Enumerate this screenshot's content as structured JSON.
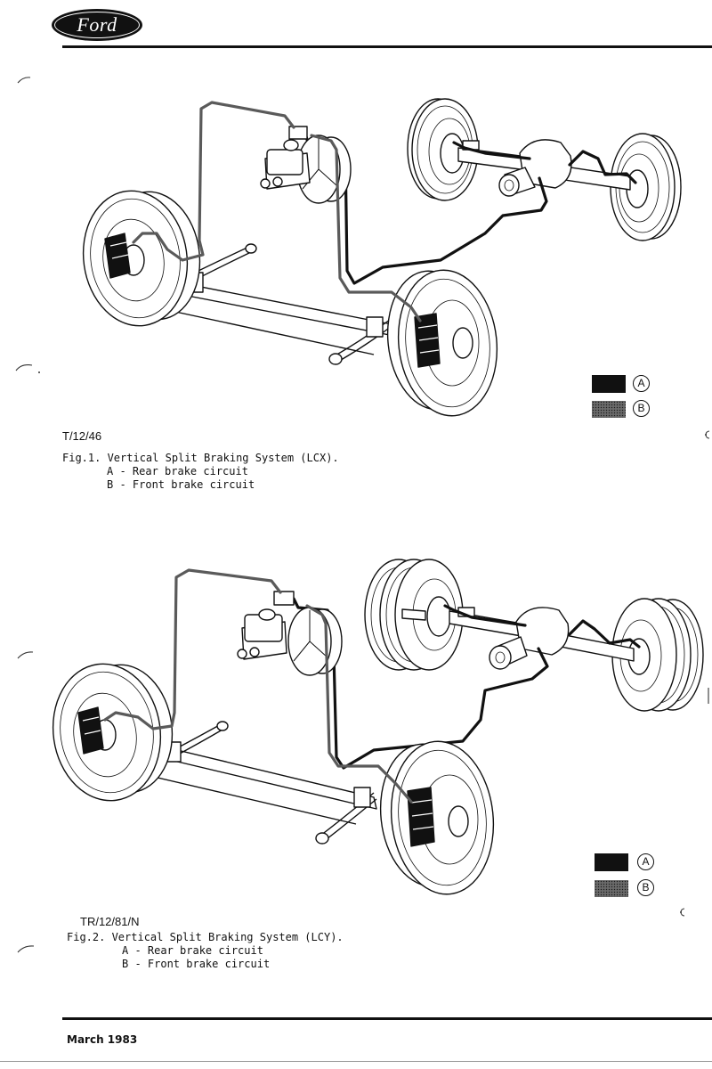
{
  "header": {
    "logo_text": "Ford"
  },
  "figures": [
    {
      "code": "T/12/46",
      "caption": "Fig.1. Vertical Split Braking System (LCX).",
      "legend": [
        {
          "key": "A",
          "text": "A - Rear brake circuit",
          "swatch": "#111111"
        },
        {
          "key": "B",
          "text": "B - Front brake circuit",
          "swatch": "#5a5a5a"
        }
      ]
    },
    {
      "code": "TR/12/81/N",
      "caption": "Fig.2. Vertical Split Braking System (LCY).",
      "legend": [
        {
          "key": "A",
          "text": "A - Rear brake circuit",
          "swatch": "#111111"
        },
        {
          "key": "B",
          "text": "B - Front brake circuit",
          "swatch": "#5a5a5a"
        }
      ]
    }
  ],
  "footer": {
    "date": "March 1983"
  },
  "colors": {
    "ink": "#111111",
    "paper": "#ffffff"
  }
}
